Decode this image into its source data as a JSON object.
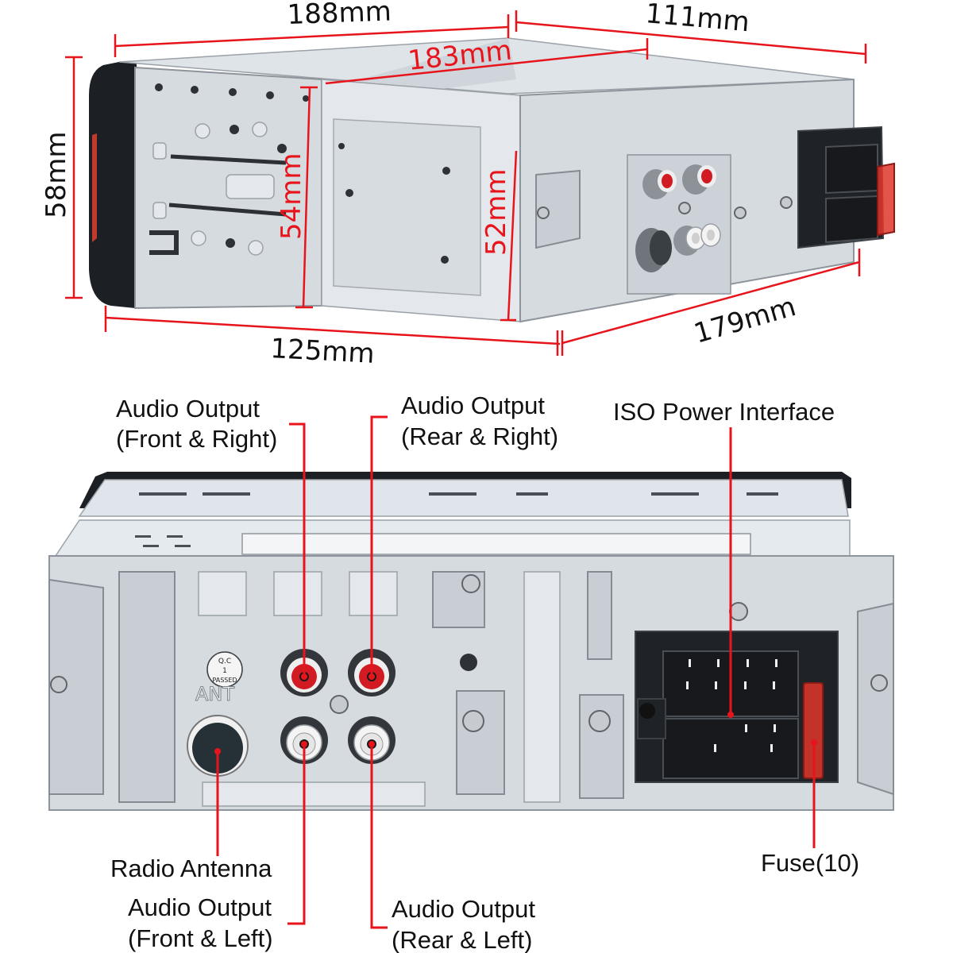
{
  "product": "Car radio head unit (1-DIN) dimension and rear-port diagram",
  "dimensions": {
    "overall_length": "188mm",
    "chassis_length": "183mm",
    "rear_width": "111mm",
    "front_height": "58mm",
    "chassis_height": "54mm",
    "rear_height": "52mm",
    "bottom_length": "125mm",
    "rear_width_bottom": "179mm"
  },
  "ports": [
    {
      "id": "audio-front-right",
      "line1": "Audio Output",
      "line2": "(Front & Right)",
      "connector": "RCA",
      "color": "red"
    },
    {
      "id": "audio-rear-right",
      "line1": "Audio Output",
      "line2": "(Rear & Right)",
      "connector": "RCA",
      "color": "red"
    },
    {
      "id": "iso-power",
      "line1": "ISO Power Interface",
      "line2": "",
      "connector": "ISO"
    },
    {
      "id": "radio-antenna",
      "line1": "Radio Antenna",
      "line2": "",
      "connector": "ANT"
    },
    {
      "id": "audio-front-left",
      "line1": "Audio Output",
      "line2": "(Front & Left)",
      "connector": "RCA",
      "color": "white"
    },
    {
      "id": "audio-rear-left",
      "line1": "Audio Output",
      "line2": "(Rear & Left)",
      "connector": "RCA",
      "color": "white"
    },
    {
      "id": "fuse",
      "line1": "Fuse(10)",
      "line2": "",
      "connector": "Fuse"
    }
  ],
  "panel_markings": {
    "ant": "ANT",
    "qc_top": "Q.C",
    "qc_mid": "1",
    "qc_bottom": "PASSED"
  },
  "colors": {
    "annotation_red": "#e8141c",
    "metal": "#d6dbe0",
    "connector_black": "#1f2327",
    "rca_red": "#d11a22"
  }
}
